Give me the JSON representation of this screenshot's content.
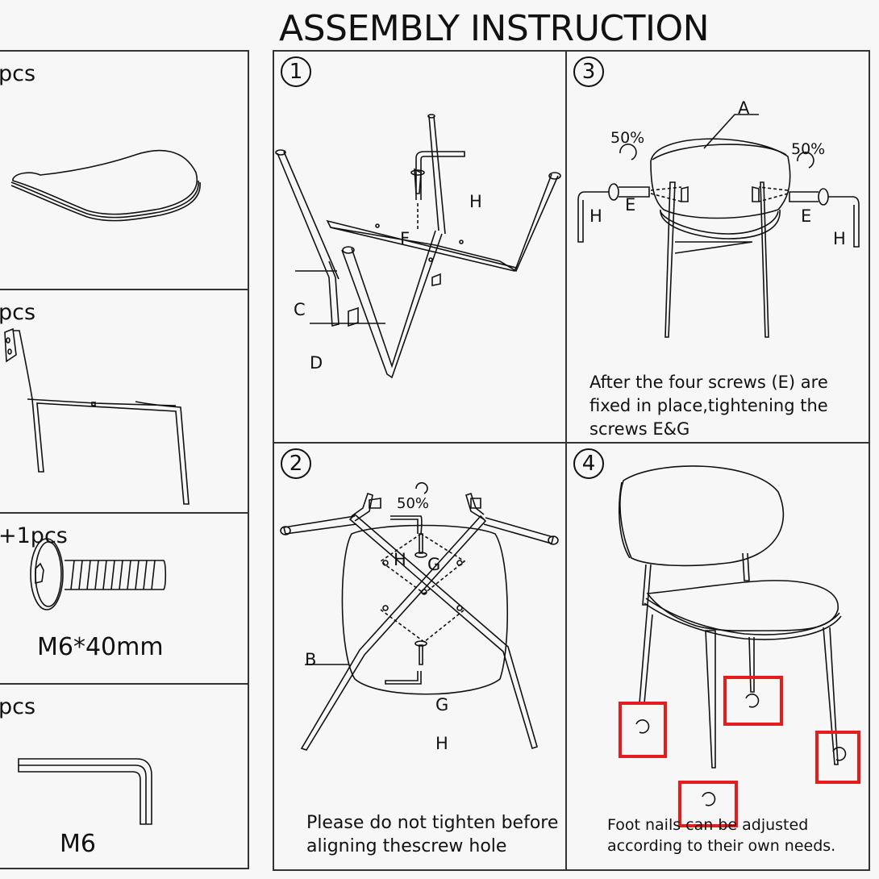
{
  "title": "ASSEMBLY INSTRUCTION",
  "parts": [
    {
      "quantity": "pcs",
      "name": "seat-part",
      "label": ""
    },
    {
      "quantity": "pcs",
      "name": "frame-part",
      "label": ""
    },
    {
      "quantity": "+1pcs",
      "name": "screw-part",
      "label": "M6*40mm"
    },
    {
      "quantity": "pcs",
      "name": "hex-key-part",
      "label": "M6"
    }
  ],
  "steps": [
    {
      "number": "1",
      "labels": {
        "C": "C",
        "D": "D",
        "F": "F",
        "H": "H"
      },
      "note": ""
    },
    {
      "number": "2",
      "labels": {
        "B": "B",
        "G1": "G",
        "G2": "G",
        "H1": "H",
        "H2": "H",
        "pct": "50%"
      },
      "note_line1": "Please do not tighten before",
      "note_line2": "aligning thescrew hole"
    },
    {
      "number": "3",
      "labels": {
        "A": "A",
        "E1": "E",
        "E2": "E",
        "H1": "H",
        "H2": "H",
        "pct1": "50%",
        "pct2": "50%"
      },
      "note_line1": "After the four screws (E) are",
      "note_line2": "fixed in place,tightening the",
      "note_line3": "screws E&G"
    },
    {
      "number": "4",
      "note_line1": "Foot nails can be adjusted",
      "note_line2": "according to their own needs."
    }
  ],
  "colors": {
    "highlight": "#e81c1c",
    "line": "#111111",
    "background": "#f7f7f7"
  }
}
